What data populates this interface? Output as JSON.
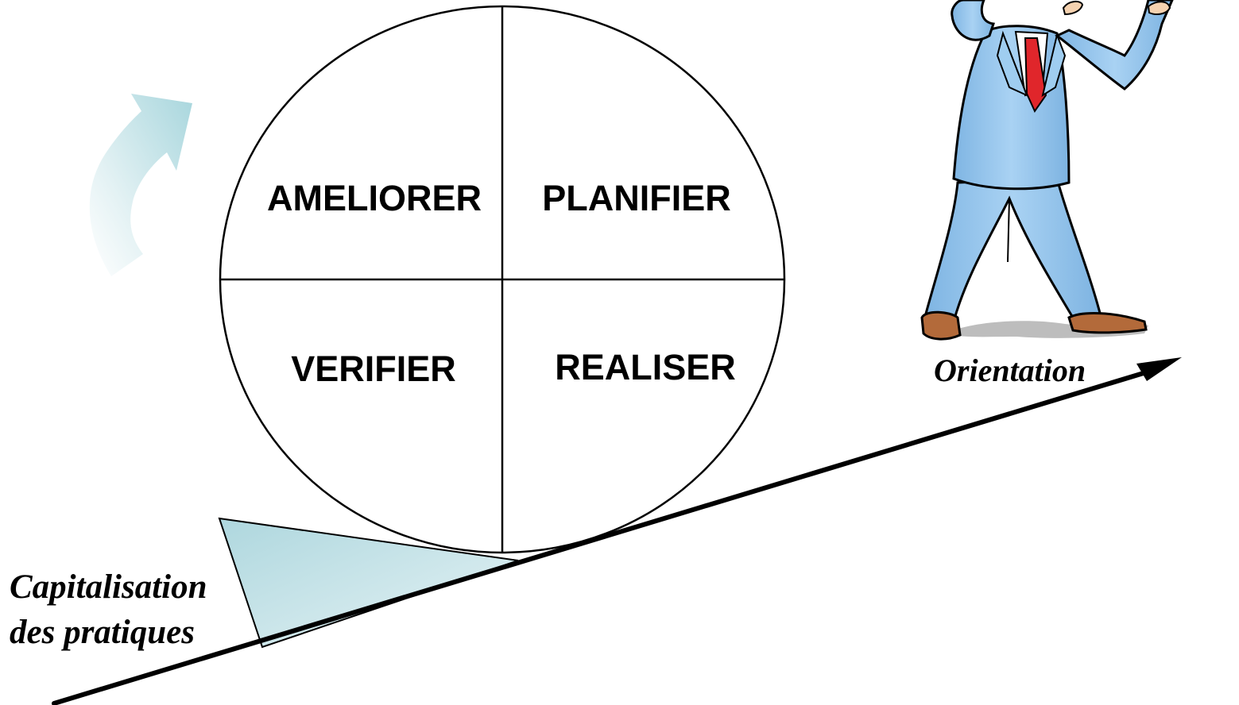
{
  "cycle": {
    "quadrants": {
      "top_left": "AMELIORER",
      "top_right": "PLANIFIER",
      "bottom_left": "VERIFIER",
      "bottom_right": "REALISER"
    }
  },
  "labels": {
    "orientation": "Orientation",
    "capitalisation_line1": "Capitalisation",
    "capitalisation_line2": "des pratiques"
  },
  "colors": {
    "wedge_fill": "#b9dde4",
    "curved_arrow": "#a8d6dd",
    "suit": "#8fc3ea",
    "tie": "#e0262b",
    "shoes": "#b36a3a",
    "shadow": "#bdbdbd",
    "line": "#000000"
  },
  "icons": {
    "curved_arrow": "curved-up-arrow-icon",
    "figure": "businessman-figure-icon",
    "slope_arrow": "slope-arrow-icon",
    "wedge": "wedge-stopper-icon"
  }
}
